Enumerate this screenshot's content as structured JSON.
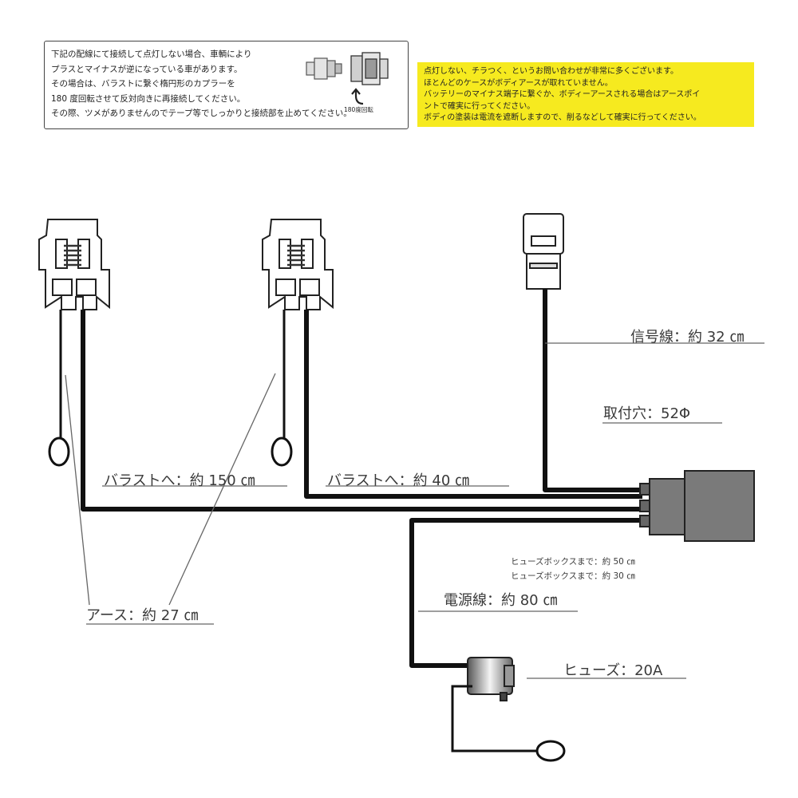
{
  "note": {
    "lines": [
      "下記の配線にて接続して点灯しない場合、車輌により",
      "プラスとマイナスが逆になっている車があります。",
      "その場合は、バラストに繋ぐ楕円形のカプラーを",
      "180 度回転させて反対向きに再接続してください。",
      "その際、ツメがありませんのでテープ等でしっかりと接続部を止めてください。"
    ],
    "rotate_label": "180度回転"
  },
  "warning": {
    "lines": [
      "点灯しない、チラつく、というお問い合わせが非常に多くございます。",
      "ほとんどのケースがボディアースが取れていません。",
      "バッテリーのマイナス端子に繋ぐか、ボディーアースされる場合はアースポイ",
      "ントで確実に行ってください。",
      "ボディの塗装は電流を遮断しますので、削るなどして確実に行ってください。"
    ],
    "bg_color": "#f6ea1f"
  },
  "labels": {
    "signal": "信号線：約 32 ㎝",
    "hole": "取付穴：52Φ",
    "ballast_150": "バラストへ：約 150 ㎝",
    "ballast_40": "バラストへ：約 40 ㎝",
    "fusebox_50": "ヒューズボックスまで：約 50 ㎝",
    "fusebox_30": "ヒューズボックスまで：約 30 ㎝",
    "power": "電源線：約 80 ㎝",
    "earth": "アース：約 27 ㎝",
    "fuse": "ヒューズ：20A"
  }
}
